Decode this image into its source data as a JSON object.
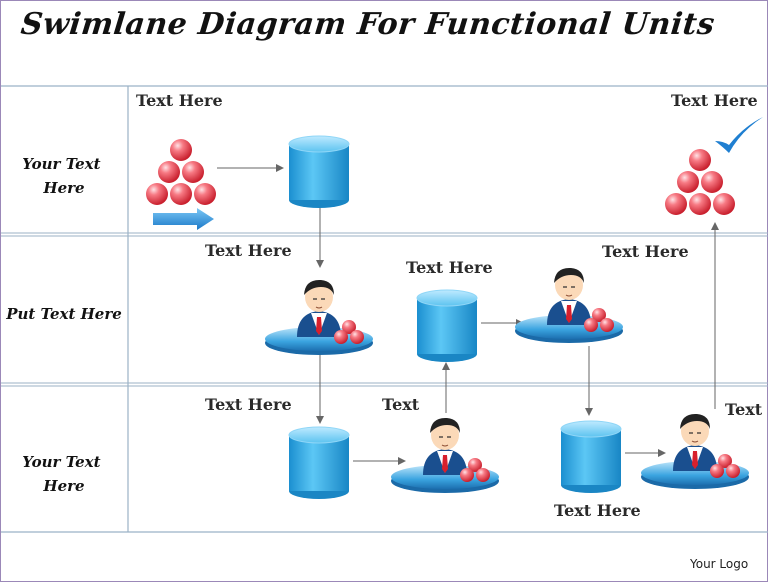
{
  "title": "Swimlane Diagram For Functional Units",
  "lanes": [
    {
      "label_lines": [
        "Your Text",
        "Here"
      ]
    },
    {
      "label_lines": [
        "Put Text Here"
      ]
    },
    {
      "label_lines": [
        "Your Text",
        "Here"
      ]
    }
  ],
  "labels": {
    "lane1_left": "Text Here",
    "lane1_right": "Text Here",
    "lane2_a": "Text Here",
    "lane2_b": "Text Here",
    "lane2_c": "Text Here",
    "lane3_a": "Text Here",
    "lane3_b": "Text",
    "lane3_c": "Text",
    "lane3_d": "Text Here"
  },
  "logo": "Your Logo",
  "colors": {
    "border": "#9b88b8",
    "cylinder": "#29a6e6",
    "ball": "#e8434f",
    "arrow_blue": "#1e88e5",
    "check": "#1f7fd1"
  },
  "icons": {
    "ball_pyramid": "ball-pyramid-icon",
    "database": "cylinder-icon",
    "person": "person-at-desk-icon",
    "check": "checkmark-icon",
    "arrow": "right-arrow-icon"
  }
}
